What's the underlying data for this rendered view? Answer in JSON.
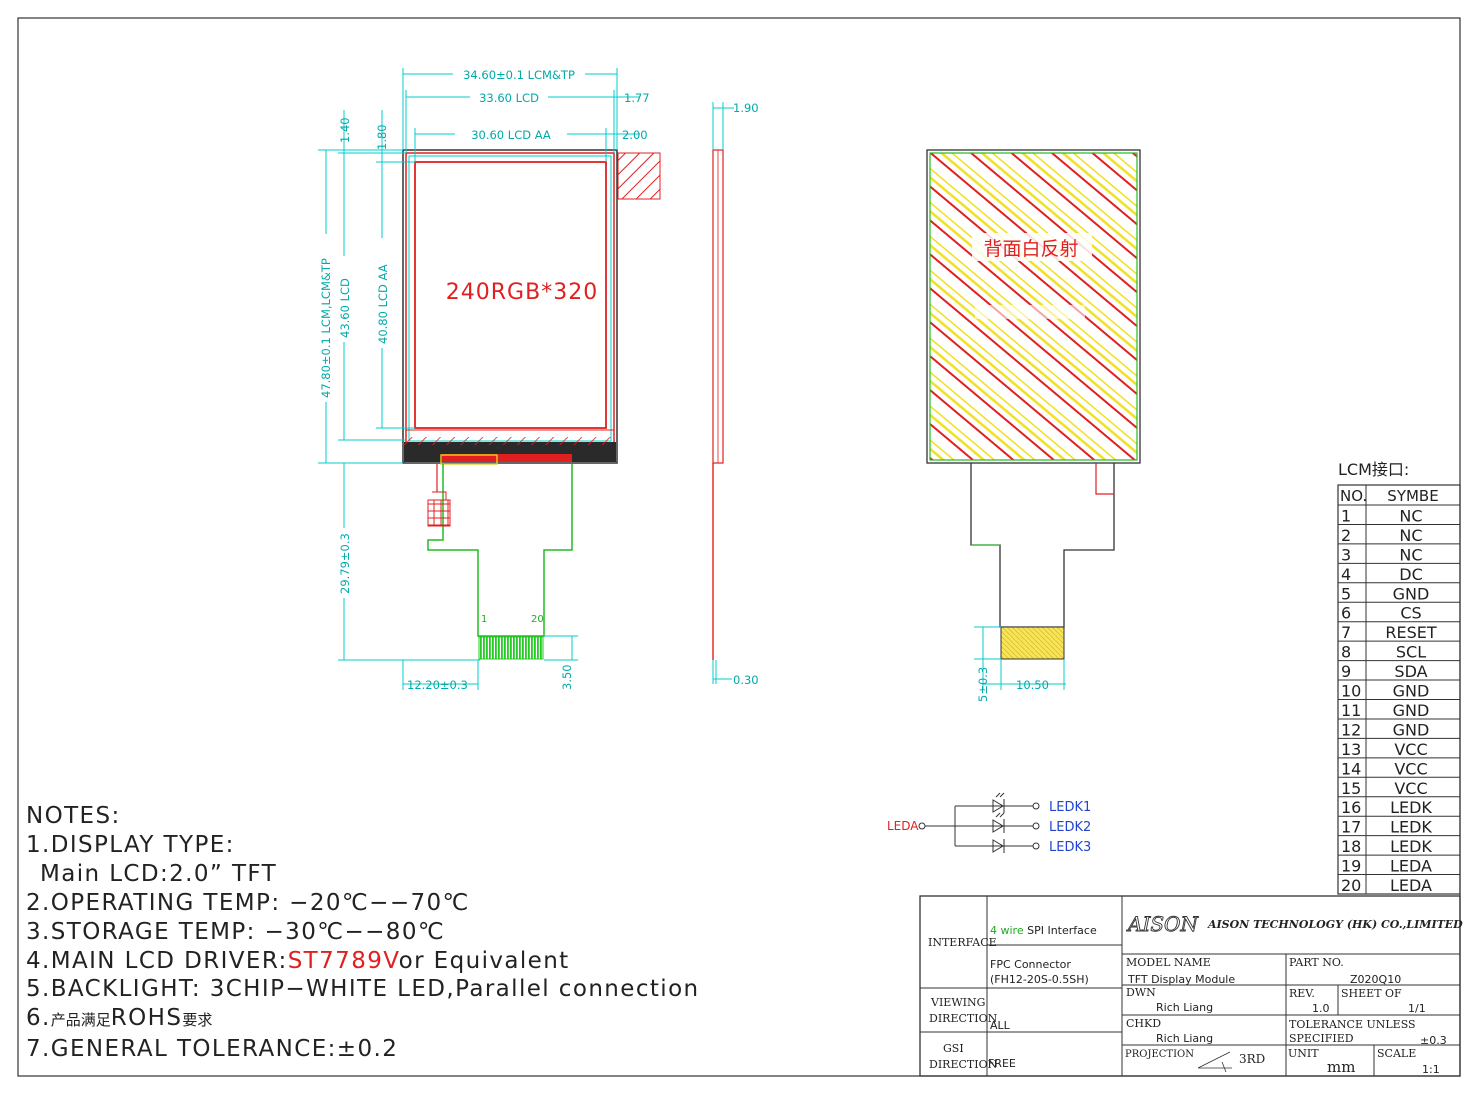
{
  "drawing": {
    "front": {
      "dim_width_lcm_tp": "34.60±0.1  LCM&TP",
      "dim_width_lcd": "33.60  LCD",
      "dim_right_1": "1.77",
      "dim_width_aa": "30.60   LCD   AA",
      "dim_right_2": "2.00",
      "dim_top_1": "1.40",
      "dim_top_2": "1.80",
      "dim_height_lcm_tp": "47.80±0.1  LCM,LCM&TP",
      "dim_height_lcd": "43.60    LCD",
      "dim_height_aa": "40.80     LCD    AA",
      "resolution": "240RGB*320",
      "dim_fpc_length": "29.79±0.3",
      "dim_fpc_offset": "12.20±0.3",
      "dim_tail": "3.50",
      "pin_first": "1",
      "pin_last": "20"
    },
    "side": {
      "dim_top": "1.90",
      "dim_bottom": "0.30"
    },
    "back": {
      "label_reflector": "背面白反射",
      "dim_gold": "5±0.3",
      "dim_gold_width": "10.50"
    },
    "led": {
      "anode": "LEDA",
      "cathodes": [
        "LEDK1",
        "LEDK2",
        "LEDK3"
      ]
    }
  },
  "pin_table": {
    "title": "LCM接口:",
    "headers": [
      "NO.",
      "SYMBE"
    ],
    "rows": [
      [
        "1",
        "NC"
      ],
      [
        "2",
        "NC"
      ],
      [
        "3",
        "NC"
      ],
      [
        "4",
        "DC"
      ],
      [
        "5",
        "GND"
      ],
      [
        "6",
        "CS"
      ],
      [
        "7",
        "RESET"
      ],
      [
        "8",
        "SCL"
      ],
      [
        "9",
        "SDA"
      ],
      [
        "10",
        "GND"
      ],
      [
        "11",
        "GND"
      ],
      [
        "12",
        "GND"
      ],
      [
        "13",
        "VCC"
      ],
      [
        "14",
        "VCC"
      ],
      [
        "15",
        "VCC"
      ],
      [
        "16",
        "LEDK"
      ],
      [
        "17",
        "LEDK"
      ],
      [
        "18",
        "LEDK"
      ],
      [
        "19",
        "LEDA"
      ],
      [
        "20",
        "LEDA"
      ]
    ]
  },
  "notes": {
    "title": "NOTES:",
    "line1": "1.DISPLAY TYPE:",
    "line1b": " Main LCD:2.0” TFT",
    "line2": "2.OPERATING TEMP: −20℃−−70℃",
    "line3": "3.STORAGE TEMP: −30℃−−80℃",
    "line4_prefix": "4.MAIN LCD DRIVER:",
    "line4_driver": "ST7789V",
    "line4_suffix": "or Equivalent",
    "line5": "5.BACKLIGHT: 3CHIP−WHITE LED,Parallel connection",
    "line6_prefix": "6.",
    "line6_cn1": "产品满足",
    "line6_mid": "ROHS",
    "line6_cn2": "要求",
    "line7": "7.GENERAL TOLERANCE:±0.2"
  },
  "title_block": {
    "interface_label": "INTERFACE",
    "interface_highlight": "4 wire",
    "interface_value": " SPI Interface",
    "connector_line1": "FPC Connector",
    "connector_line2": "(FH12-20S-0.5SH)",
    "viewing_label_1": "VIEWING",
    "viewing_label_2": "DIRECTION",
    "viewing_value": "ALL",
    "gsi_label_1": "GSI",
    "gsi_label_2": "DIRECTION",
    "gsi_value": "FREE",
    "logo": "AISON",
    "company": "AISON TECHNOLOGY (HK) CO.,LIMITED",
    "model_name_label": "MODEL NAME",
    "model_name_value": "TFT Display Module",
    "part_no_label": "PART NO.",
    "part_no_value": "Z020Q10",
    "dwn_label": "DWN",
    "dwn_value": "Rich Liang",
    "rev_label": "REV.",
    "rev_value": "1.0",
    "sheet_label": "SHEET OF",
    "sheet_value": "1/1",
    "chkd_label": "CHKD",
    "chkd_value": "Rich Liang",
    "tolerance_label_1": "TOLERANCE UNLESS",
    "tolerance_label_2": "SPECIFIED",
    "tolerance_value": "±0.3",
    "projection_label": "PROJECTION",
    "projection_value": "3RD",
    "unit_label": "UNIT",
    "unit_value": "mm",
    "scale_label": "SCALE",
    "scale_value": "1:1"
  },
  "colors": {
    "dimension": "#00cccc",
    "outline_red": "#e02020",
    "fpc_green": "#22bb22",
    "label_blue": "#2244cc",
    "hatch_yellow": "#f0e020"
  }
}
